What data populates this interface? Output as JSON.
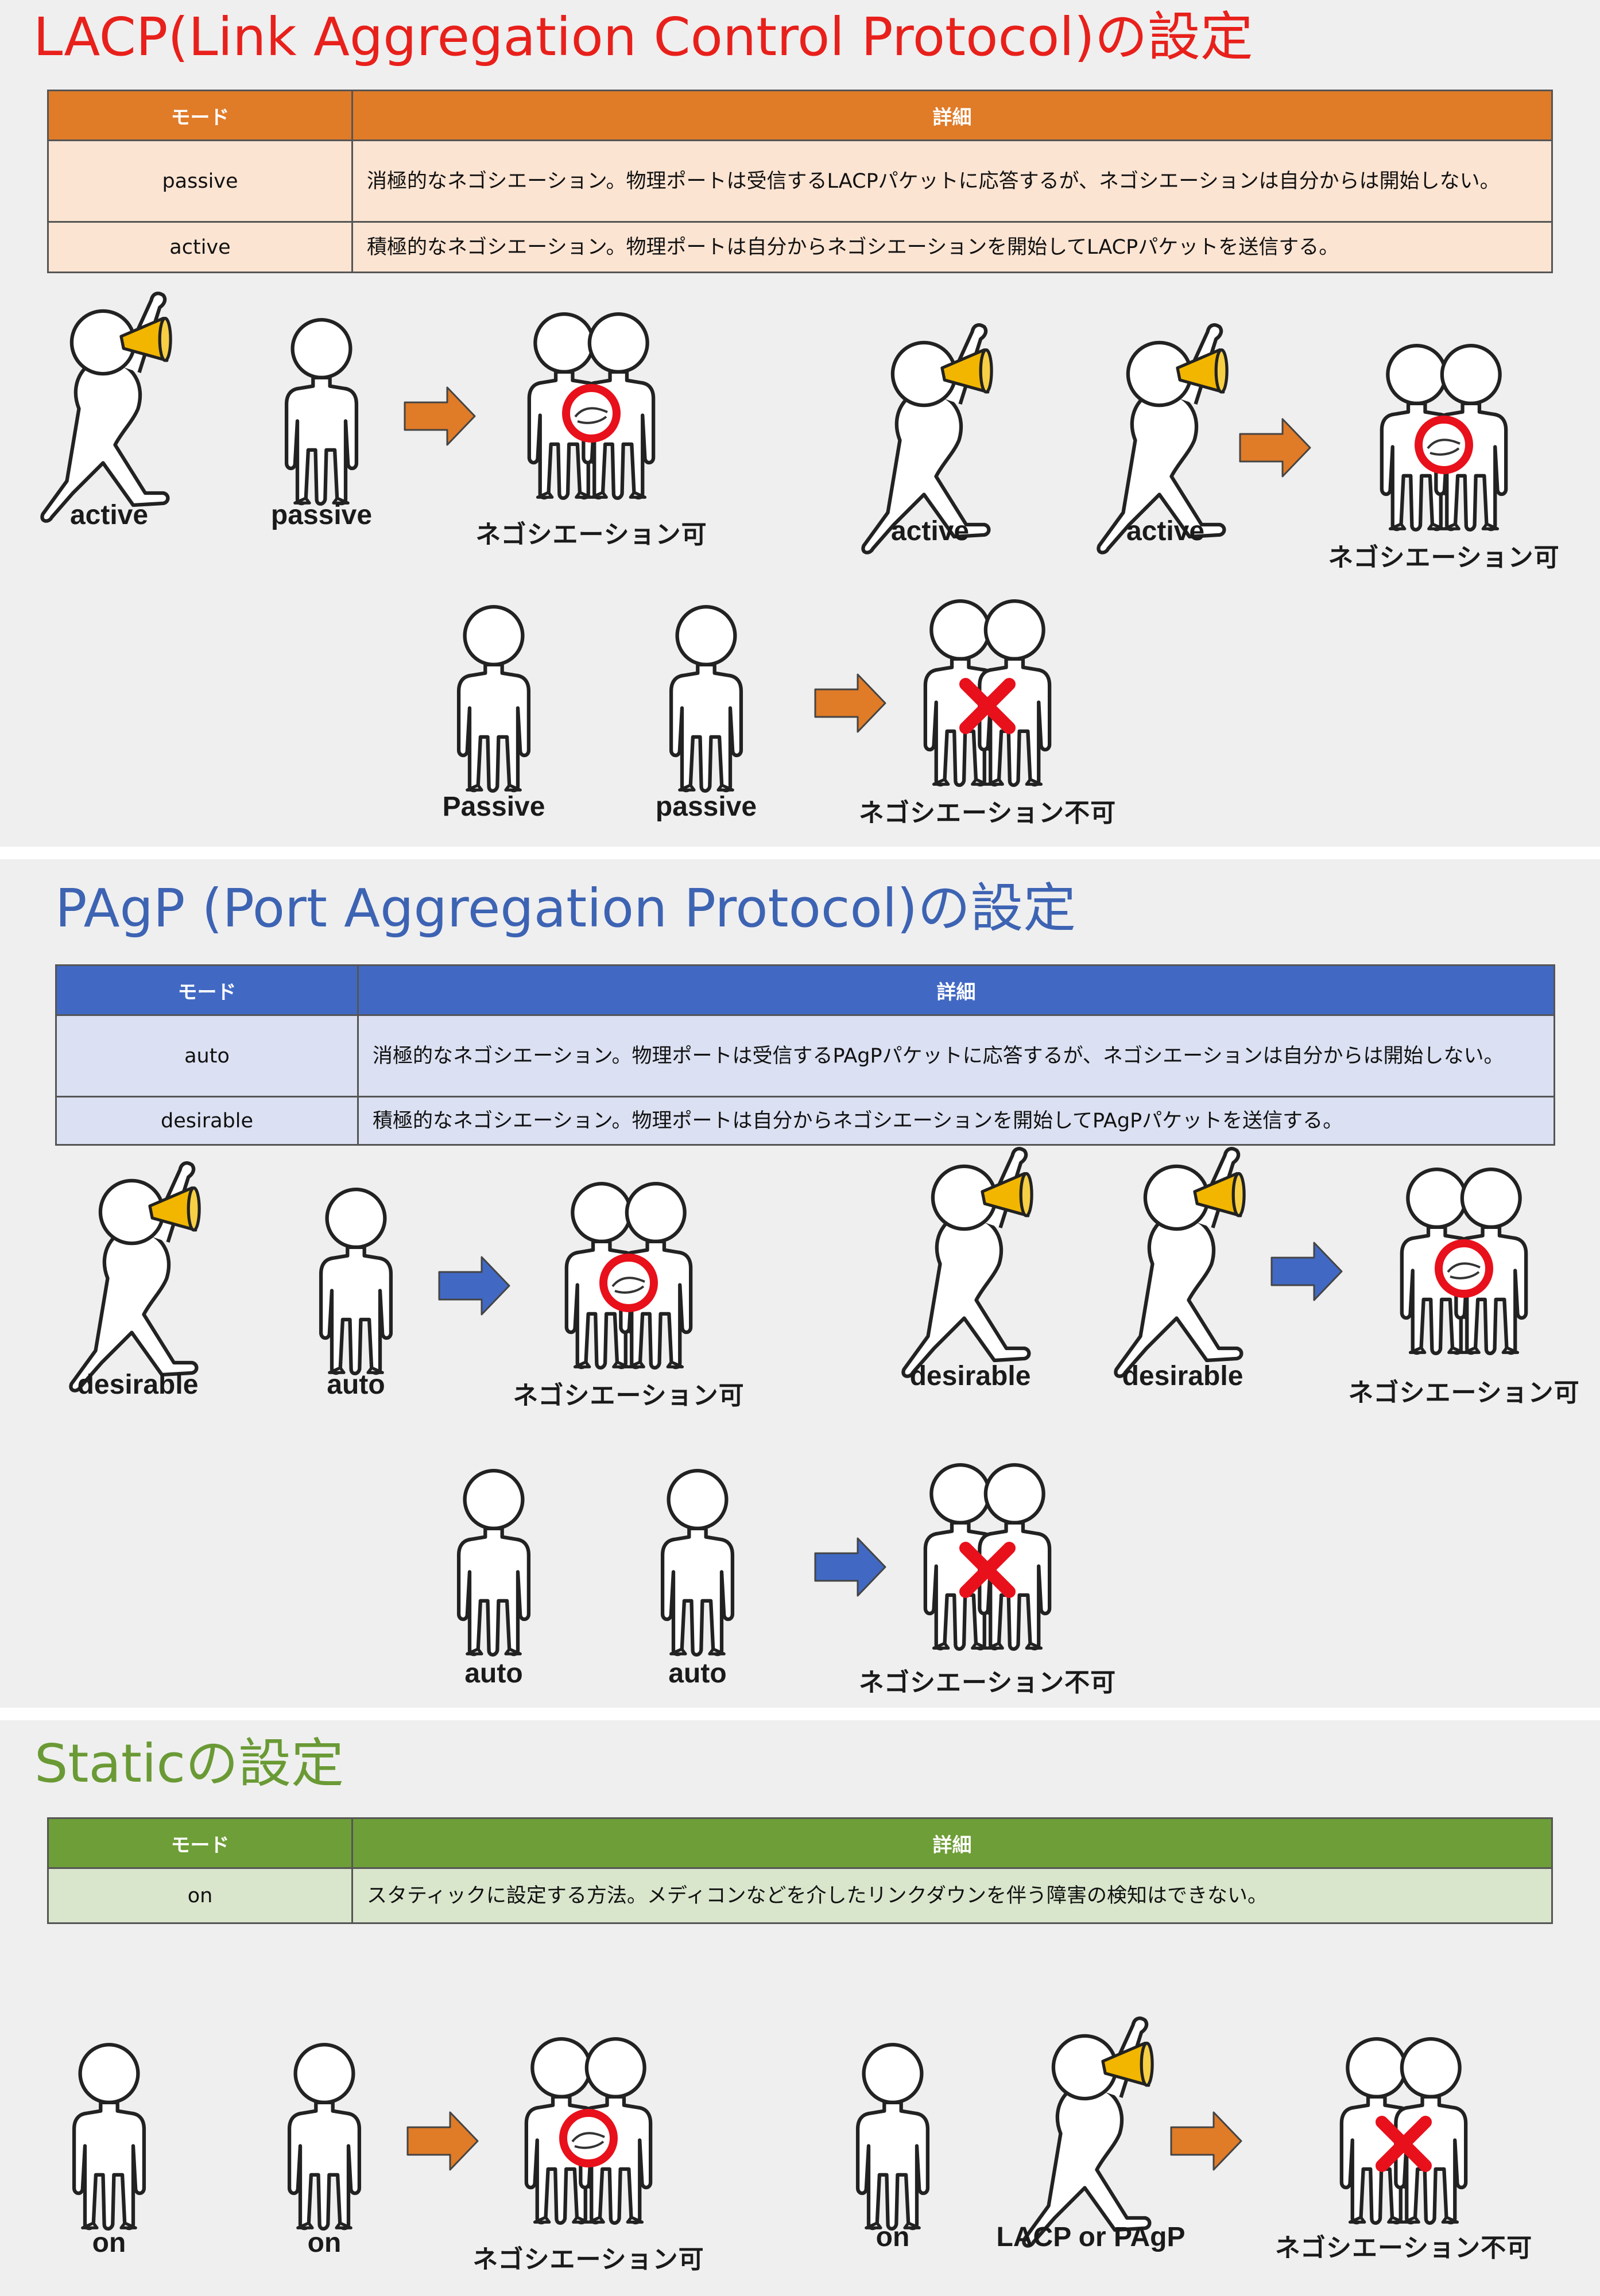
{
  "sections": [
    {
      "title": "LACP(Link Aggregation Control Protocol)の設定",
      "title_color": "#e8201b",
      "header_color": "#e07b28",
      "row_color": "#fce4d2",
      "table": {
        "headers": [
          "モード",
          "詳細"
        ],
        "rows": [
          {
            "mode": "passive",
            "detail": "消極的なネゴシエーション。物理ポートは受信するLACPパケットに応答するが、ネゴシエーションは自分からは開始しない。"
          },
          {
            "mode": "active",
            "detail": "積極的なネゴシエーション。物理ポートは自分からネゴシエーションを開始してLACPパケットを送信する。"
          }
        ]
      },
      "scenarios": [
        {
          "left": "active",
          "right": "passive",
          "result": "ネゴシエーション可"
        },
        {
          "left": "active",
          "right": "active",
          "result": "ネゴシエーション可"
        },
        {
          "left": "Passive",
          "right": "passive",
          "result": "ネゴシエーション不可"
        }
      ]
    },
    {
      "title": "PAgP (Port Aggregation Protocol)の設定",
      "title_color": "#3d63b3",
      "header_color": "#4169c4",
      "row_color": "#dbe1f2",
      "table": {
        "headers": [
          "モード",
          "詳細"
        ],
        "rows": [
          {
            "mode": "auto",
            "detail": "消極的なネゴシエーション。物理ポートは受信するPAgPパケットに応答するが、ネゴシエーションは自分からは開始しない。"
          },
          {
            "mode": "desirable",
            "detail": "積極的なネゴシエーション。物理ポートは自分からネゴシエーションを開始してPAgPパケットを送信する。"
          }
        ]
      },
      "scenarios": [
        {
          "left": "desirable",
          "right": "auto",
          "result": "ネゴシエーション可"
        },
        {
          "left": "desirable",
          "right": "desirable",
          "result": "ネゴシエーション可"
        },
        {
          "left": "auto",
          "right": "auto",
          "result": "ネゴシエーション不可"
        }
      ]
    },
    {
      "title": "Staticの設定",
      "title_color": "#6a9a35",
      "header_color": "#6e9e37",
      "row_color": "#d9e6cc",
      "table": {
        "headers": [
          "モード",
          "詳細"
        ],
        "rows": [
          {
            "mode": "on",
            "detail": "スタティックに設定する方法。メディコンなどを介したリンクダウンを伴う障害の検知はできない。"
          }
        ]
      },
      "scenarios": [
        {
          "left": "on",
          "right": "on",
          "result": "ネゴシエーション可"
        },
        {
          "left": "on",
          "right": "LACP or PAgP",
          "result": "ネゴシエーション不可"
        }
      ]
    }
  ],
  "colors": {
    "ok_ring": "#e8101b",
    "ng_cross": "#e8101b",
    "megaphone": "#f2b600"
  },
  "icons": [
    "megaphone-icon",
    "handshake-icon",
    "cross-icon",
    "arrow-right-icon"
  ]
}
